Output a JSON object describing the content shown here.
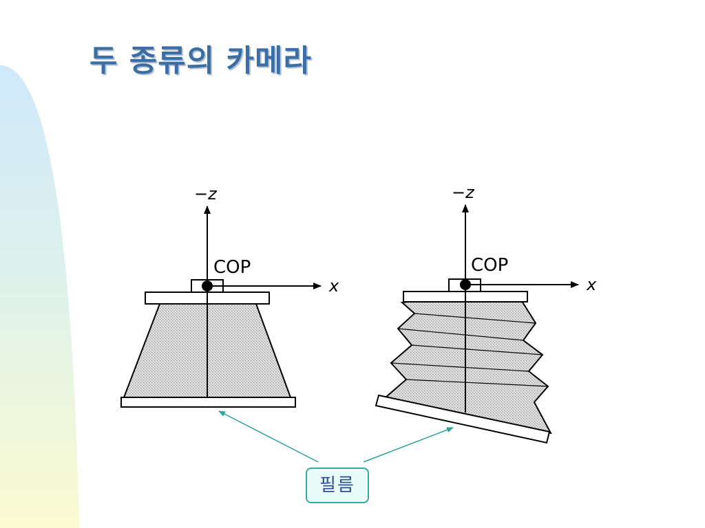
{
  "slide": {
    "title": "두 종류의 카메라"
  },
  "diagram": {
    "left_camera": {
      "axis_z_label": "−z",
      "axis_x_label": "x",
      "cop_label": "COP"
    },
    "right_camera": {
      "axis_z_label": "−z",
      "axis_x_label": "x",
      "cop_label": "COP"
    },
    "callout": {
      "label": "필름"
    }
  },
  "colors": {
    "title": "#3a6ea5",
    "callout_border": "#3aa6a0",
    "callout_text": "#2d4f8f",
    "arrow": "#2aa39a",
    "bellows_fill": "#d4d4d4"
  }
}
